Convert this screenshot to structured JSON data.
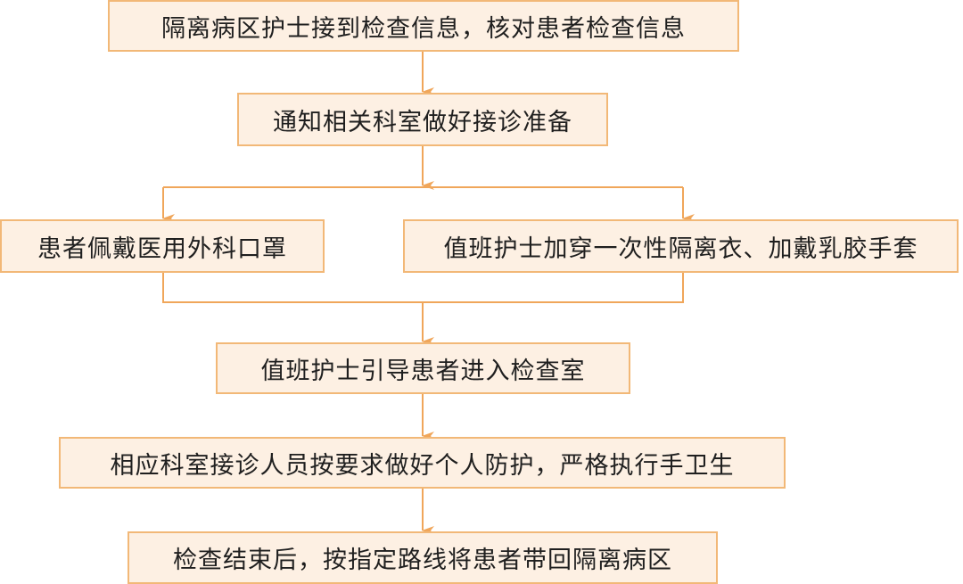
{
  "diagram": {
    "type": "flowchart",
    "line_color": "#f0a65a",
    "box_fill": "#fdf0e3",
    "box_border": "#f2b877",
    "nodes": [
      {
        "id": "n1",
        "label": "隔离病区护士接到检查信息，核对患者检查信息"
      },
      {
        "id": "n2",
        "label": "通知相关科室做好接诊准备"
      },
      {
        "id": "n3",
        "label": "患者佩戴医用外科口罩"
      },
      {
        "id": "n4",
        "label": "值班护士加穿一次性隔离衣、加戴乳胶手套"
      },
      {
        "id": "n5",
        "label": "值班护士引导患者进入检查室"
      },
      {
        "id": "n6",
        "label": "相应科室接诊人员按要求做好个人防护，严格执行手卫生"
      },
      {
        "id": "n7",
        "label": "检查结束后，按指定路线将患者带回隔离病区"
      }
    ],
    "edges": [
      [
        "n1",
        "n2"
      ],
      [
        "n2",
        "n3"
      ],
      [
        "n2",
        "n4"
      ],
      [
        "n3",
        "n5"
      ],
      [
        "n4",
        "n5"
      ],
      [
        "n5",
        "n6"
      ],
      [
        "n6",
        "n7"
      ]
    ]
  }
}
